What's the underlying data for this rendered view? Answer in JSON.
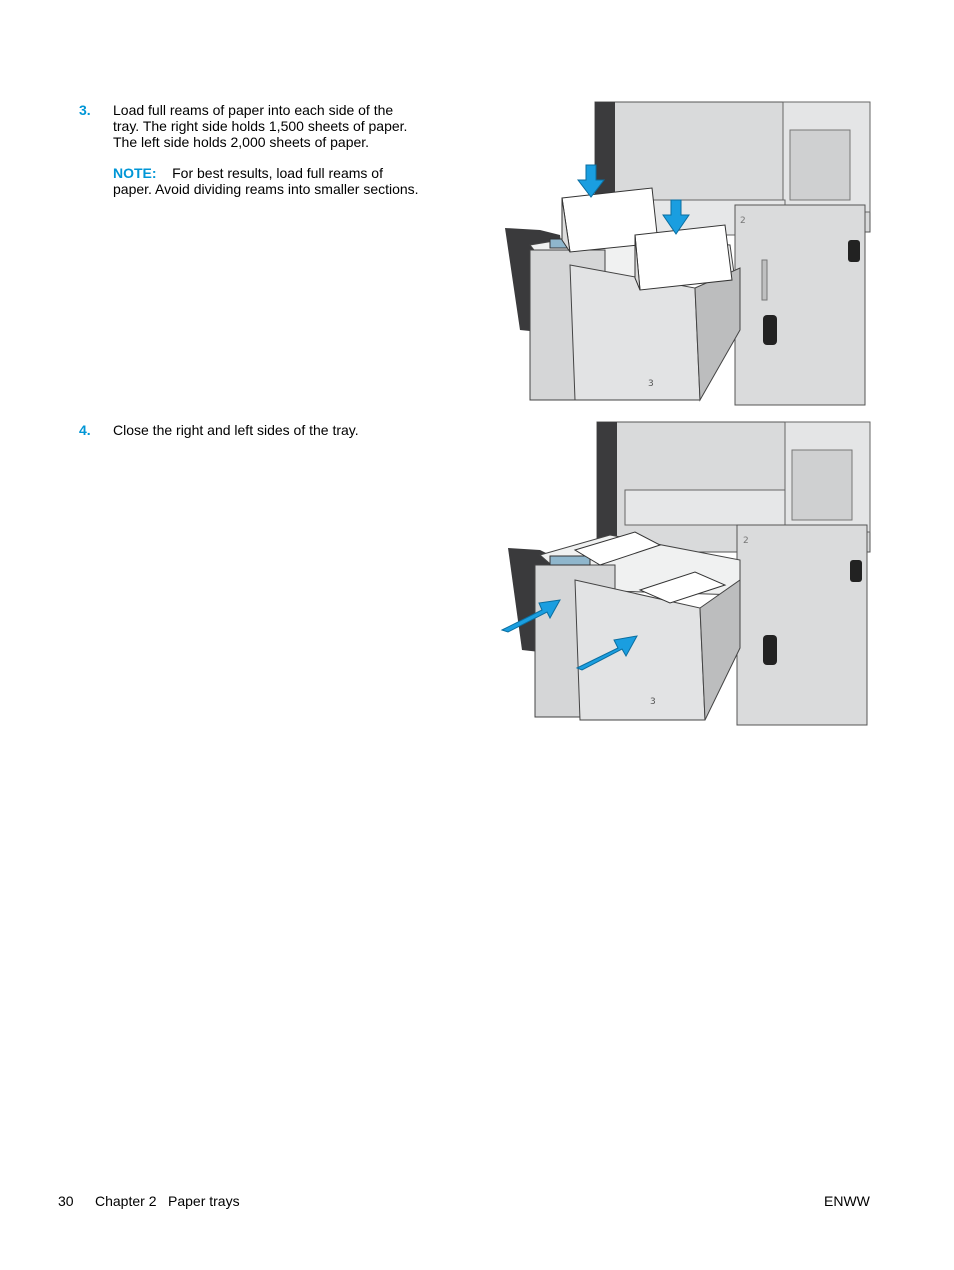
{
  "steps": [
    {
      "number": "3.",
      "text_lines": [
        "Load full reams of paper into each side of the",
        "tray. The right side holds 1,500 sheets of paper.",
        "The left side holds 2,000 sheets of paper."
      ],
      "note_label": "NOTE:",
      "note_lines": [
        "For best results, load full reams of",
        "paper. Avoid dividing reams into smaller sections."
      ]
    },
    {
      "number": "4.",
      "text_lines": [
        "Close the right and left sides of the tray."
      ]
    }
  ],
  "figures": [
    {
      "tray_number": "3",
      "upper_tray_number": "2",
      "arrow_color": "#1a9ee0"
    },
    {
      "tray_number": "3",
      "upper_tray_number": "2",
      "arrow_color": "#1a9ee0"
    }
  ],
  "footer": {
    "page_number": "30",
    "chapter": "Chapter 2",
    "section": "Paper trays",
    "brand": "ENWW"
  }
}
